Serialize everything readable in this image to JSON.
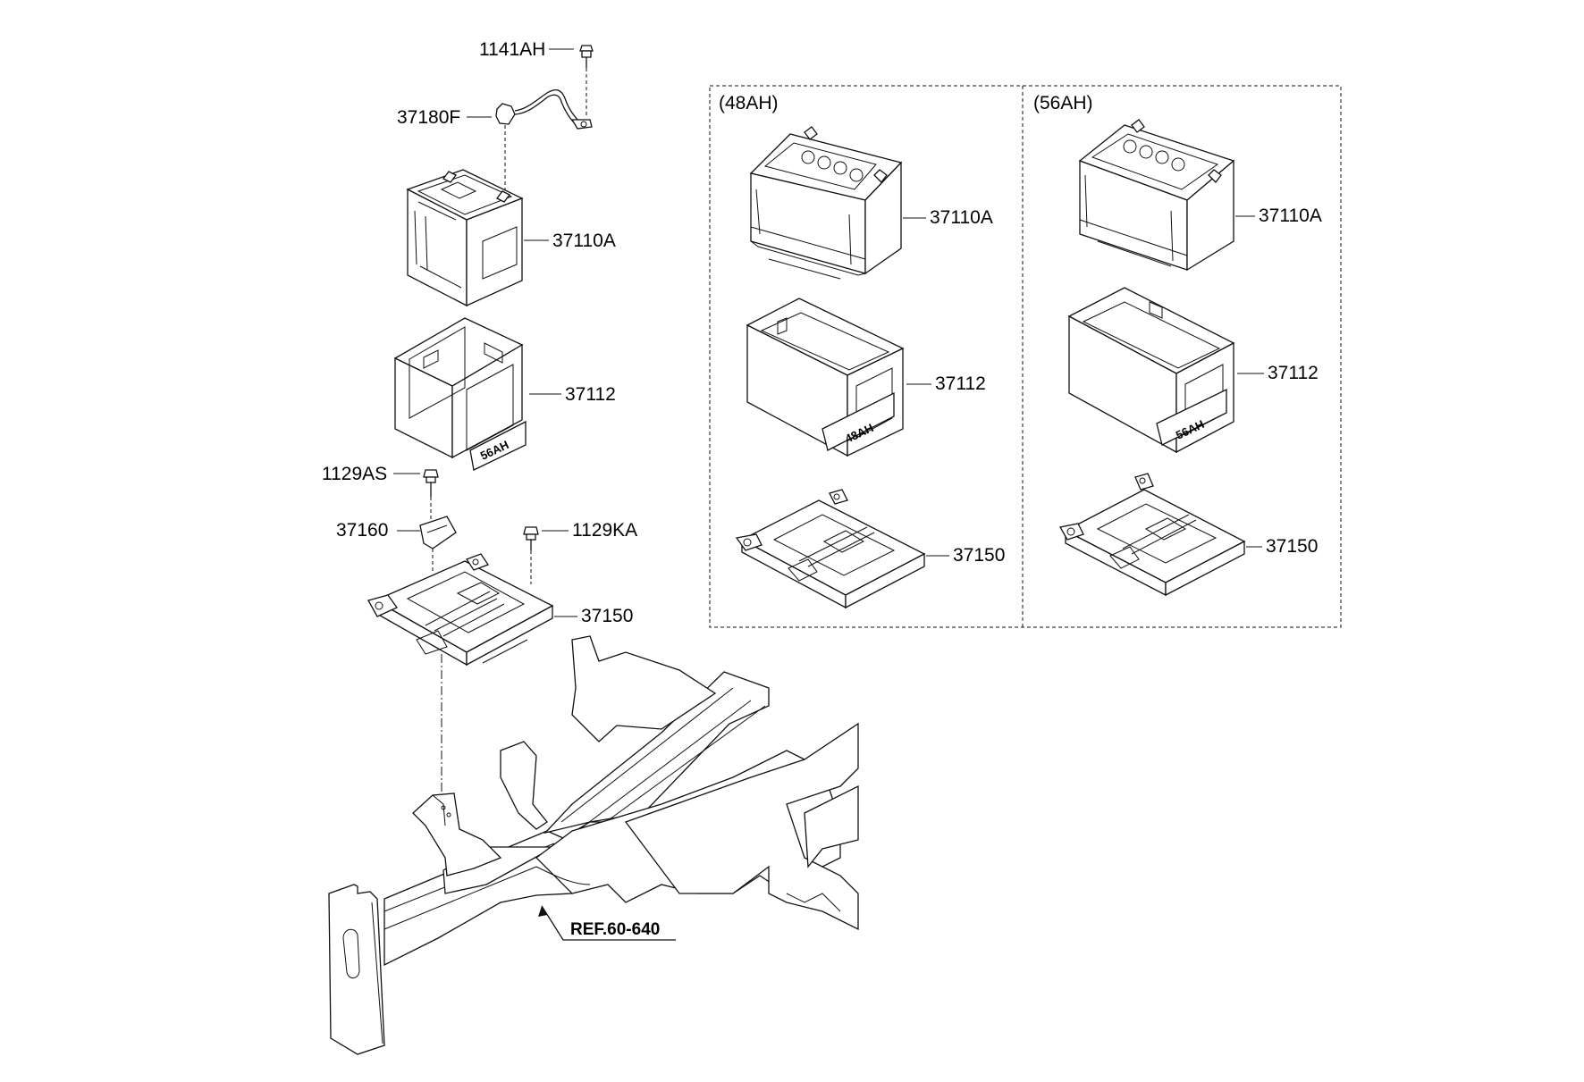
{
  "labels": {
    "bolt_top": "1141AH",
    "cable": "37180F",
    "battery_main": "37110A",
    "insulator_main": "37112",
    "bolt_left": "1129AS",
    "clamp": "37160",
    "bolt_right": "1129KA",
    "tray_main": "37150",
    "reference": "REF.60-640"
  },
  "variant_48": {
    "title": "(48AH)",
    "battery": "37110A",
    "insulator": "37112",
    "tray": "37150",
    "insulator_marking": "48AH"
  },
  "variant_56": {
    "title": "(56AH)",
    "battery": "37110A",
    "insulator": "37112",
    "tray": "37150",
    "insulator_marking": "56AH"
  },
  "main_insulator_marking": "56AH"
}
